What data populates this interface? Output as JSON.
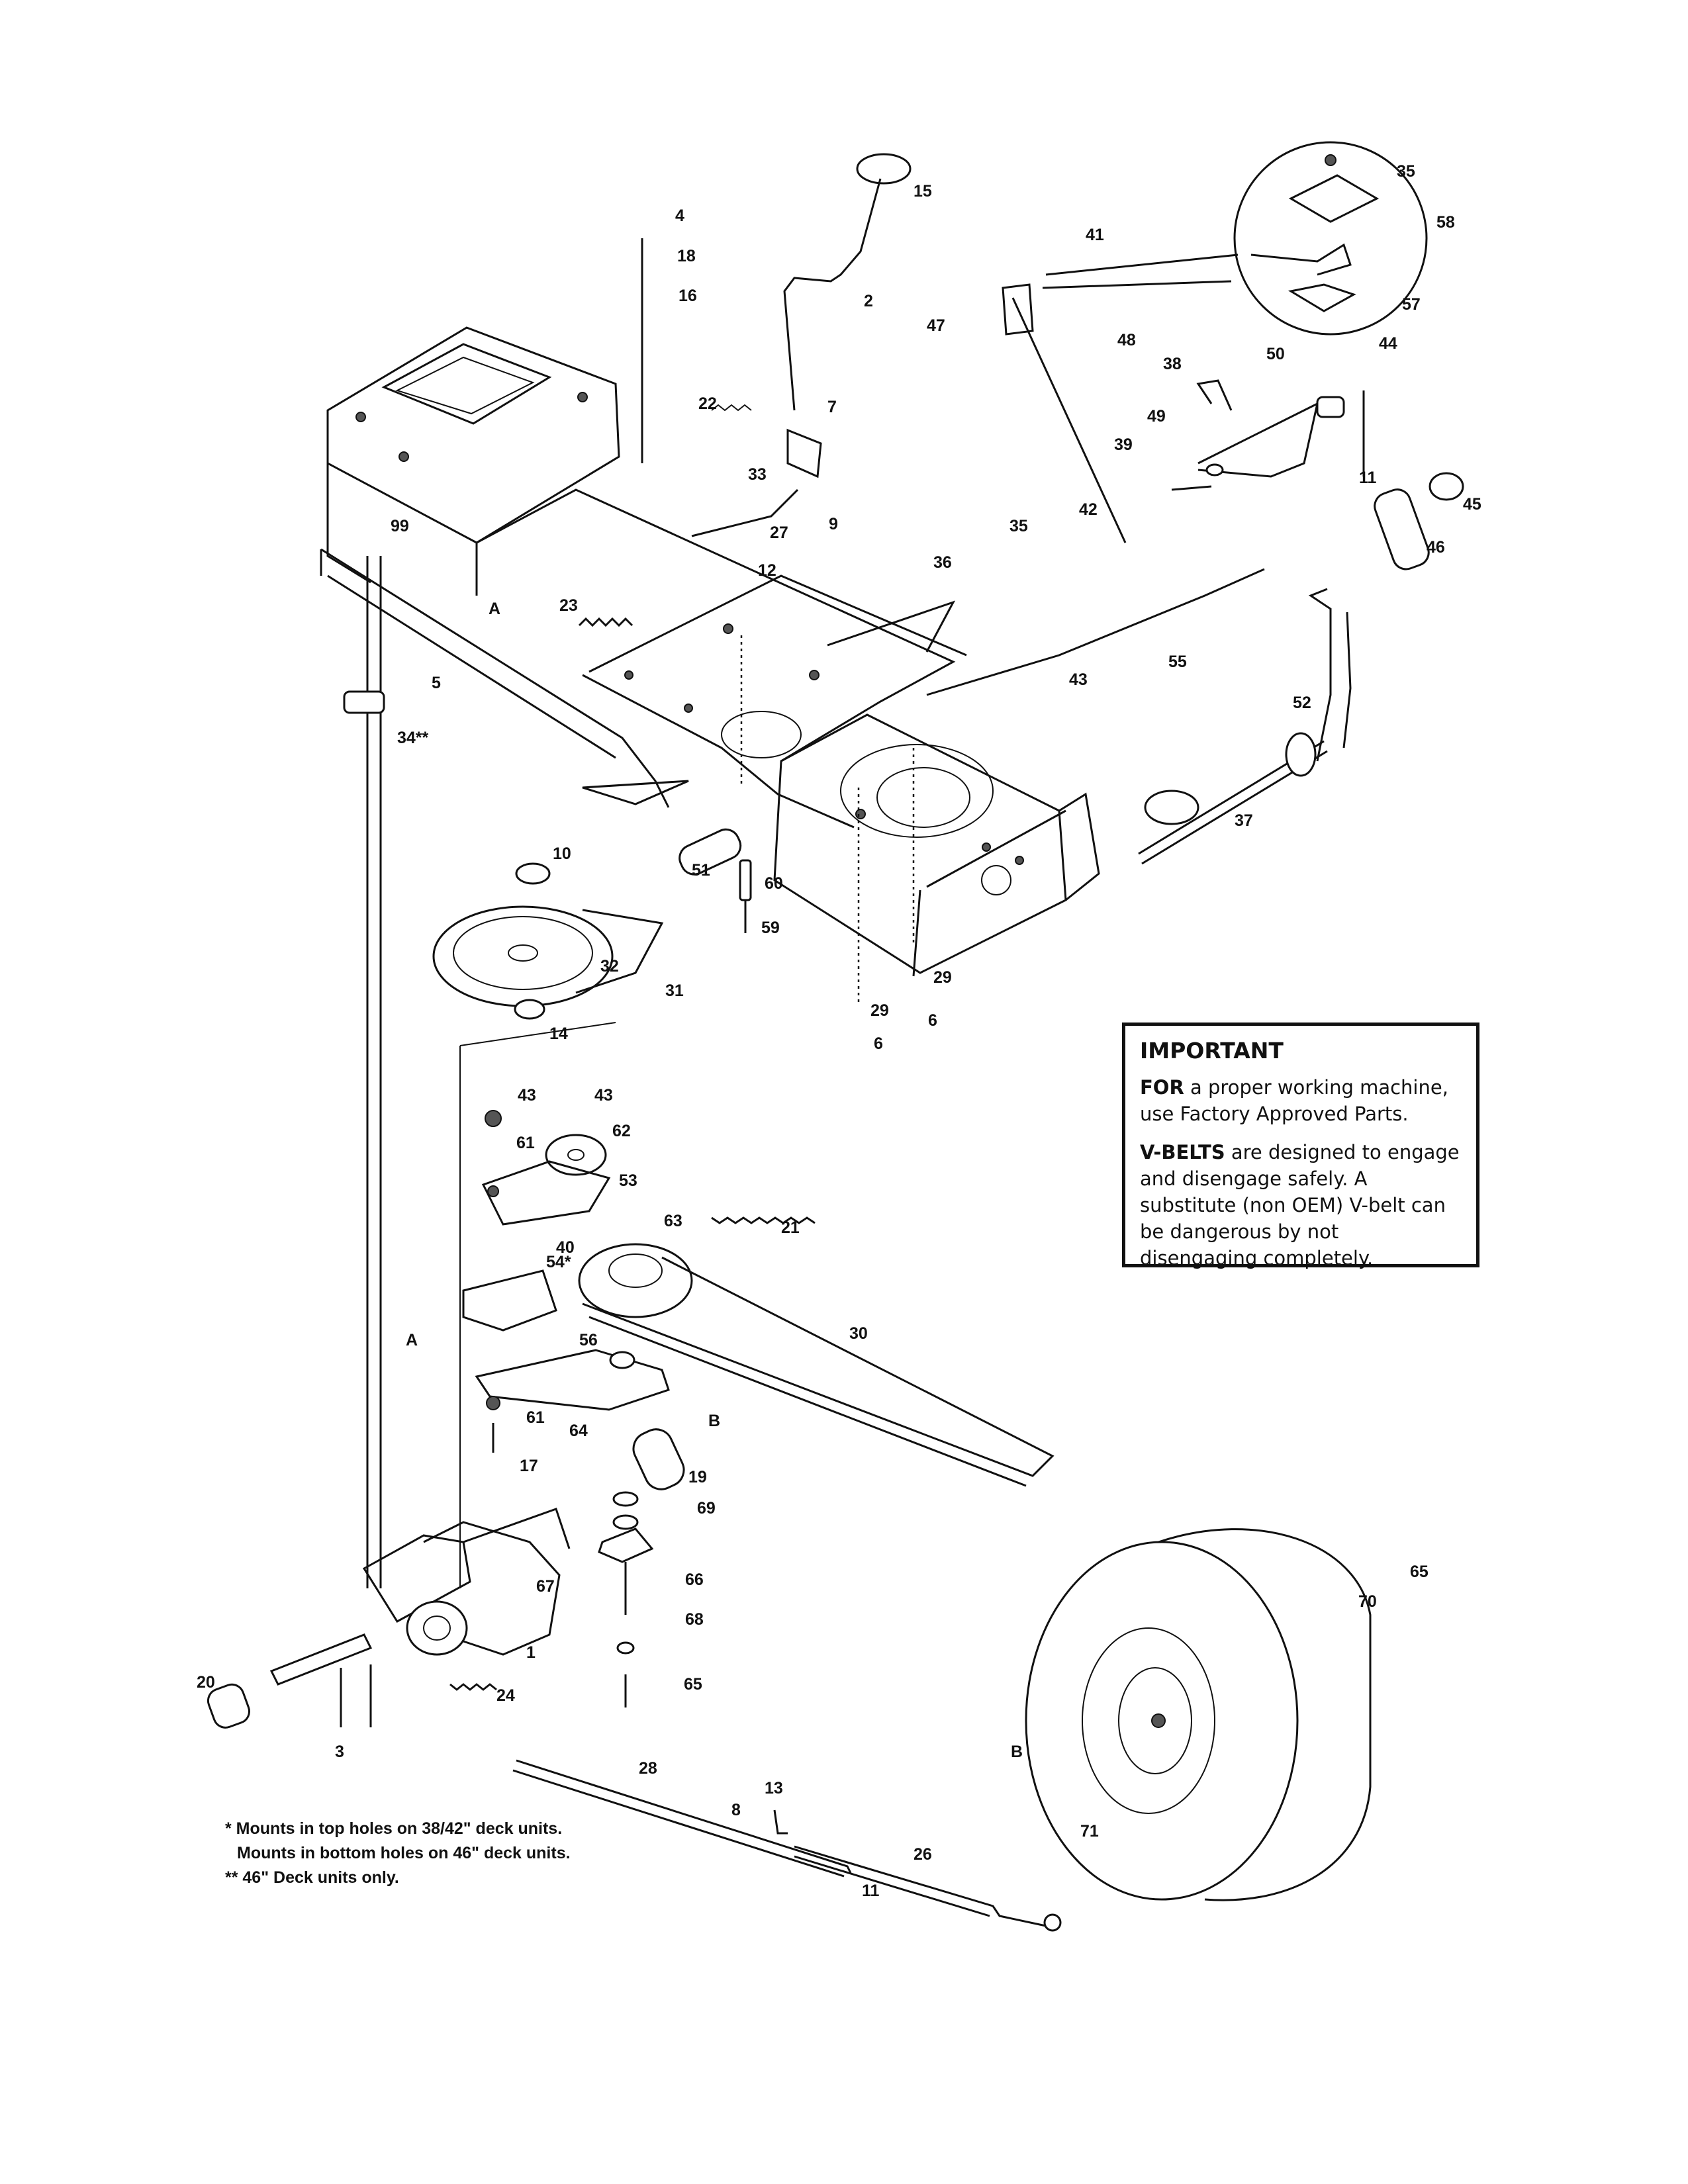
{
  "important": {
    "title": "IMPORTANT",
    "p1_lead": "FOR",
    "p1_text": " a proper working machine, use Factory Approved Parts.",
    "p2_lead": "V-BELTS",
    "p2_text": " are designed to engage and disengage safely. A substitute (non OEM) V-belt can be dangerous by not disengaging completely."
  },
  "footnotes": {
    "line1": "* Mounts in top holes on 38/42\" deck units.",
    "line2": "Mounts in bottom holes on 46\" deck units.",
    "line3": "** 46\" Deck units only."
  },
  "part_labels": [
    "4",
    "18",
    "16",
    "15",
    "2",
    "7",
    "22",
    "33",
    "9",
    "27",
    "12",
    "99",
    "23",
    "5",
    "A",
    "34**",
    "41",
    "47",
    "48",
    "58",
    "35",
    "57",
    "44",
    "38",
    "50",
    "49",
    "39",
    "11",
    "45",
    "42",
    "46",
    "35",
    "36",
    "55",
    "43",
    "52",
    "37",
    "51",
    "60",
    "59",
    "10",
    "32",
    "31",
    "14",
    "29",
    "29",
    "6",
    "6",
    "43",
    "43",
    "61",
    "62",
    "53",
    "63",
    "21",
    "40",
    "54*",
    "A",
    "56",
    "30",
    "64",
    "61",
    "17",
    "B",
    "19",
    "69",
    "67",
    "66",
    "68",
    "65",
    "1",
    "20",
    "3",
    "24",
    "28",
    "13",
    "8",
    "26",
    "11",
    "65",
    "70",
    "B",
    "71"
  ]
}
